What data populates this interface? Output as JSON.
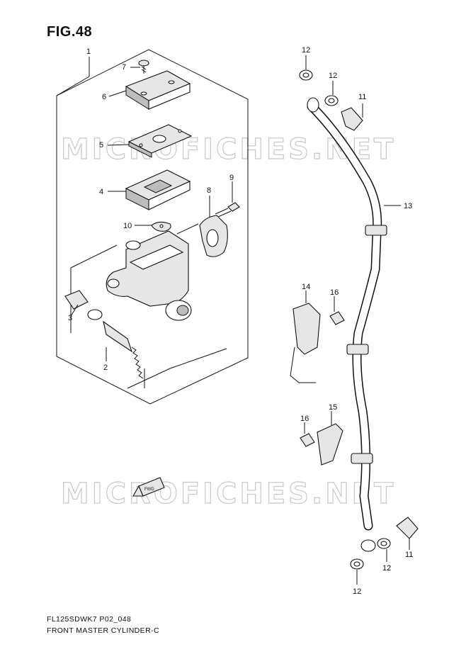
{
  "figure_title": "FIG.48",
  "footer": {
    "model_code": "FL125SDWK7 P02_048",
    "assembly_name": "FRONT MASTER CYLINDER-C"
  },
  "watermark": "MICROFICHES.NET",
  "fwd_label": "FWD",
  "callouts": {
    "c1": "1",
    "c2": "2",
    "c3": "3",
    "c4": "4",
    "c5": "5",
    "c6": "6",
    "c7": "7",
    "c8": "8",
    "c9": "9",
    "c10": "10",
    "c11a": "11",
    "c11b": "11",
    "c12a": "12",
    "c12b": "12",
    "c12c": "12",
    "c12d": "12",
    "c13": "13",
    "c14": "14",
    "c15": "15",
    "c16a": "16",
    "c16b": "16"
  }
}
